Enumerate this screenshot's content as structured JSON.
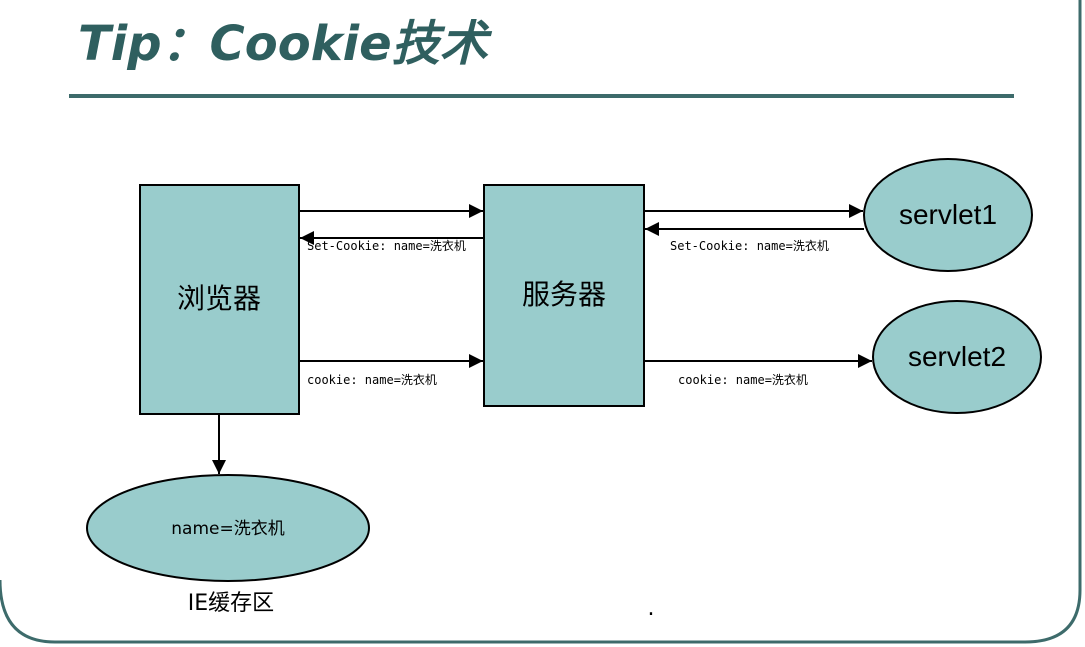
{
  "title": "Tip：Cookie技术",
  "nodes": {
    "browser": "浏览器",
    "server": "服务器",
    "servlet1": "servlet1",
    "servlet2": "servlet2",
    "cache_value": "name=洗衣机",
    "cache_caption": "IE缓存区"
  },
  "messages": {
    "servlet1_to_server": "Set-Cookie: name=洗衣机",
    "server_to_browser": "Set-Cookie: name=洗衣机",
    "browser_to_server": "cookie: name=洗衣机",
    "server_to_servlet2": "cookie: name=洗衣机"
  },
  "footer_mark": ".",
  "colors": {
    "title": "#2f5f5f",
    "rule": "#3d6b6b",
    "shape_fill": "#99cccc",
    "frame": "#3d6b6b"
  }
}
